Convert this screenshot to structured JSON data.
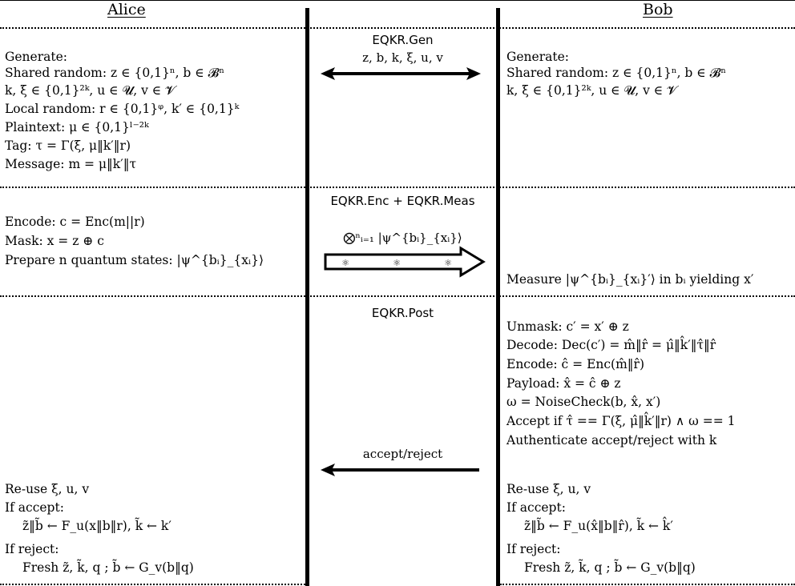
{
  "headers": {
    "left": "Alice",
    "right": "Bob"
  },
  "section1": {
    "phase": "EQKR.Gen",
    "message": "z, b, k, ξ, u, v",
    "alice": [
      "Generate:",
      "Shared random: z ∈ {0,1}ⁿ, b ∈ 𝓑ⁿ",
      "k, ξ ∈ {0,1}²ᵏ, u ∈ 𝓤, v ∈ 𝓥",
      "Local random: r ∈ {0,1}ᵠ, k′ ∈ {0,1}ᵏ",
      "Plaintext: μ ∈ {0,1}ˡ⁻²ᵏ",
      "Tag: τ = Γ(ξ, μ‖k′‖r)",
      "Message: m = μ‖k′‖τ"
    ],
    "bob": [
      "Generate:",
      "Shared random: z ∈ {0,1}ⁿ, b ∈ 𝓑ⁿ",
      "k, ξ ∈ {0,1}²ᵏ, u ∈ 𝓤, v ∈ 𝓥"
    ]
  },
  "section2": {
    "phase": "EQKR.Enc + EQKR.Meas",
    "message": "⨂ⁿᵢ₌₁ |ψ^{bᵢ}_{xᵢ}⟩",
    "alice": [
      "Encode: c = Enc(m||r)",
      "Mask: x = z ⊕ c",
      "Prepare n quantum states: |ψ^{bᵢ}_{xᵢ}⟩"
    ],
    "bob": [
      "Measure |ψ^{bᵢ}_{xᵢ}′⟩ in bᵢ yielding x′"
    ]
  },
  "section3": {
    "phase": "EQKR.Post",
    "message": "accept/reject",
    "alice": [
      "Re-use ξ, u, v",
      "If accept:",
      "z̃‖b̃ ← F_u(x‖b‖r), k̃ ← k′",
      "If reject:",
      "Fresh z̃, k̃, q ; b̃ ← G_v(b‖q)"
    ],
    "bob_top": [
      "Unmask: c′ = x′ ⊕ z",
      "Decode: Dec(c′) = m̂‖r̂ = μ̂‖k̂′‖τ̂‖r̂",
      "Encode: ĉ = Enc(m̂‖r̂)",
      "Payload: x̂ = ĉ ⊕ z",
      "ω = NoiseCheck(b, x̂, x′)",
      "Accept if τ̂ == Γ(ξ, μ̂‖k̂′‖r) ∧ ω == 1",
      "Authenticate accept/reject with k"
    ],
    "bob_bottom": [
      "Re-use ξ, u, v",
      "If accept:",
      "z̃‖b̃ ← F_u(x̂‖b‖r̂), k̃ ← k̂′",
      "If reject:",
      "Fresh z̃, k̃, q ; b̃ ← G_v(b‖q)"
    ]
  }
}
